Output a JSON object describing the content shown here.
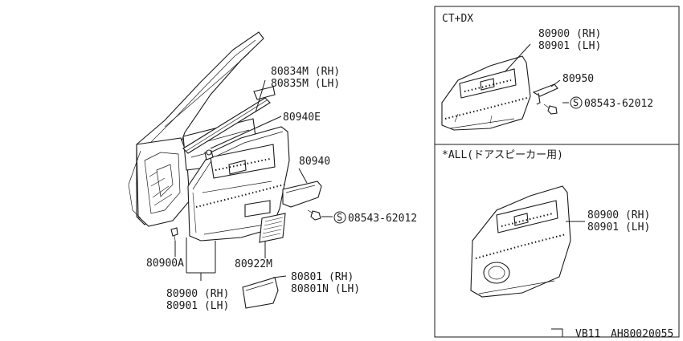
{
  "callouts": {
    "weatherstrip": [
      "80834M (RH)",
      "80835M (LH)"
    ],
    "clip_e": "80940E",
    "armrest": "80940",
    "screw_main": "08543-62012",
    "trim_clip": "80900A",
    "pad": "80922M",
    "pocket": [
      "80801 (RH)",
      "80801N (LH)"
    ],
    "trim_main": [
      "80900 (RH)",
      "80901 (LH)"
    ]
  },
  "inset_top": {
    "title": "CT+DX",
    "trim": [
      "80900 (RH)",
      "80901 (LH)"
    ],
    "bracket": "80950",
    "screw": "08543-62012"
  },
  "inset_bottom": {
    "title": "*ALL(ドアスピーカー用)",
    "trim": [
      "80900 (RH)",
      "80901 (LH)"
    ]
  },
  "screw_symbol": "S",
  "footer": {
    "model": "VB11",
    "code": "AH80020055"
  }
}
